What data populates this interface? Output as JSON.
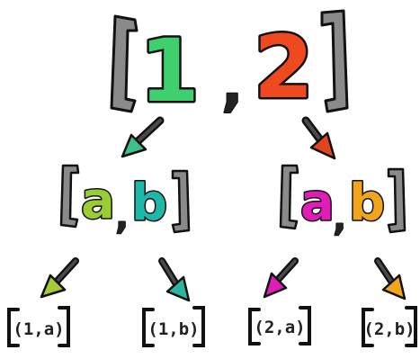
{
  "top": {
    "first": "1",
    "sep": ",",
    "second": "2",
    "first_color": "#3fcf6e",
    "second_color": "#ef4a1f"
  },
  "mid_left": {
    "a": "a",
    "sep": ",",
    "b": "b",
    "a_color": "#9acd32",
    "b_color": "#1fb7a8"
  },
  "mid_right": {
    "a": "a",
    "sep": ",",
    "b": "b",
    "a_color": "#e21cb8",
    "b_color": "#f2a51a"
  },
  "leaves": [
    {
      "label": "(1,a)",
      "arrow_color": "#a6c93a"
    },
    {
      "label": "(1,b)",
      "arrow_color": "#2fb4a0"
    },
    {
      "label": "(2,a)",
      "arrow_color": "#e21cb8"
    },
    {
      "label": "(2,b)",
      "arrow_color": "#f2a51a"
    }
  ],
  "colors": {
    "bracket": "#8a8a8a",
    "outline": "#111111",
    "arrow_left_top": "#3fbf8a",
    "arrow_right_top": "#e2441e"
  },
  "icons": [
    "left-bracket-icon",
    "right-bracket-icon",
    "arrow-icon"
  ]
}
